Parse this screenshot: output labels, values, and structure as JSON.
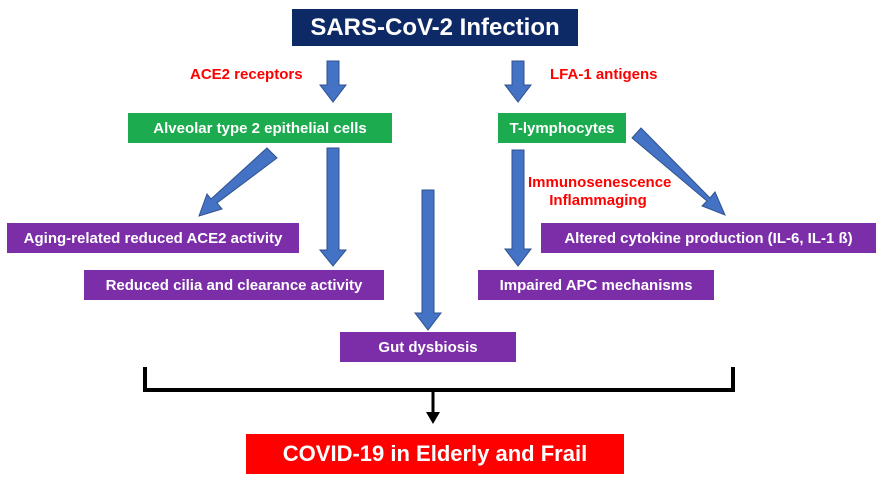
{
  "title": "SARS-CoV-2 Infection",
  "left_branch": {
    "pathway_label": "ACE2 receptors",
    "cell_box": "Alveolar type 2 epithelial cells",
    "effects": [
      "Aging-related reduced ACE2 activity",
      "Reduced cilia and clearance activity"
    ]
  },
  "center": {
    "effect": "Gut dysbiosis"
  },
  "right_branch": {
    "pathway_label": "LFA-1 antigens",
    "cell_box": "T-lymphocytes",
    "process_labels": [
      "Immunosenescence",
      "Inflammaging"
    ],
    "effects": [
      "Impaired APC mechanisms",
      "Altered cytokine production (IL-6, IL-1 ß)"
    ]
  },
  "outcome": "COVID-19 in Elderly and Frail",
  "colors": {
    "title_bg": "#0e2a66",
    "cell_box_bg": "#1cab4f",
    "effect_box_bg": "#7b2ea8",
    "outcome_bg": "#fe0000",
    "label_text": "#ff0000",
    "arrow_fill": "#4472c4"
  }
}
